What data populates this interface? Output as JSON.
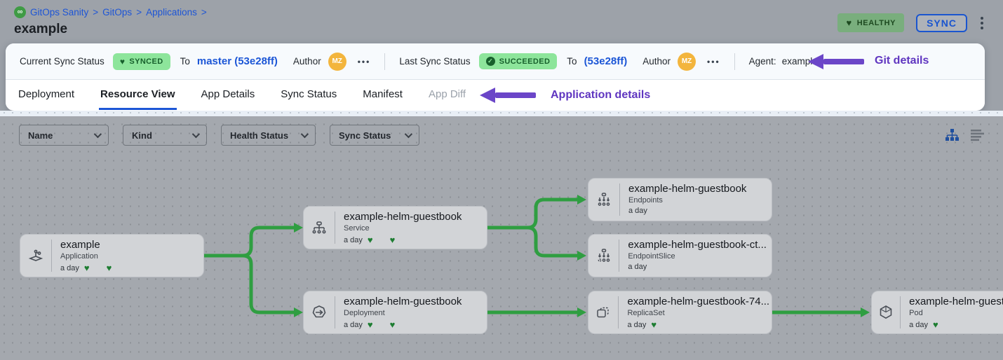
{
  "breadcrumb": {
    "items": [
      "GitOps Sanity",
      "GitOps",
      "Applications"
    ],
    "separator": ">"
  },
  "page": {
    "title": "example"
  },
  "header": {
    "health_badge": "HEALTHY",
    "sync_button": "SYNC"
  },
  "status_bar": {
    "current": {
      "label": "Current Sync Status",
      "badge": "SYNCED",
      "to_label": "To",
      "revision": "master (53e28ff)",
      "author_label": "Author",
      "author_initials": "MZ",
      "more": "•••"
    },
    "last": {
      "label": "Last Sync Status",
      "badge": "SUCCEEDED",
      "to_label": "To",
      "revision": "(53e28ff)",
      "author_label": "Author",
      "author_initials": "MZ",
      "more": "•••"
    },
    "agent": {
      "label": "Agent:",
      "value": "example"
    },
    "annotation": "Git details"
  },
  "tabs": {
    "items": [
      {
        "label": "Deployment",
        "state": "normal"
      },
      {
        "label": "Resource View",
        "state": "active"
      },
      {
        "label": "App Details",
        "state": "normal"
      },
      {
        "label": "Sync Status",
        "state": "normal"
      },
      {
        "label": "Manifest",
        "state": "normal"
      },
      {
        "label": "App Diff",
        "state": "disabled"
      }
    ],
    "annotation": "Application details"
  },
  "filters": {
    "dropdowns": [
      "Name",
      "Kind",
      "Health Status",
      "Sync Status"
    ]
  },
  "graph": {
    "nodes": [
      {
        "title": "example",
        "kind": "Application",
        "age": "a day",
        "hearts": 2
      },
      {
        "title": "example-helm-guestbook",
        "kind": "Service",
        "age": "a day",
        "hearts": 2
      },
      {
        "title": "example-helm-guestbook",
        "kind": "Deployment",
        "age": "a day",
        "hearts": 2
      },
      {
        "title": "example-helm-guestbook",
        "kind": "Endpoints",
        "age": "a day",
        "hearts": 0
      },
      {
        "title": "example-helm-guestbook-ct...",
        "kind": "EndpointSlice",
        "age": "a day",
        "hearts": 0
      },
      {
        "title": "example-helm-guestbook-74...",
        "kind": "ReplicaSet",
        "age": "a day",
        "hearts": 1
      },
      {
        "title": "example-helm-guest",
        "kind": "Pod",
        "age": "a day",
        "hearts": 1
      }
    ],
    "edges": [
      {
        "from": "example",
        "to": "example-helm-guestbook (Service)"
      },
      {
        "from": "example",
        "to": "example-helm-guestbook (Deployment)"
      },
      {
        "from": "example-helm-guestbook (Service)",
        "to": "example-helm-guestbook (Endpoints)"
      },
      {
        "from": "example-helm-guestbook (Service)",
        "to": "example-helm-guestbook-ct... (EndpointSlice)"
      },
      {
        "from": "example-helm-guestbook (Deployment)",
        "to": "example-helm-guestbook-74... (ReplicaSet)"
      },
      {
        "from": "example-helm-guestbook-74... (ReplicaSet)",
        "to": "example-helm-guest (Pod)"
      }
    ]
  },
  "icons": {
    "breadcrumb_logo": "infinity-logo-icon",
    "health": "heart-icon",
    "menu": "kebab-menu-icon",
    "view_left": "tree-view-icon",
    "view_right": "list-view-icon",
    "node_icons": [
      "application-icon",
      "service-icon",
      "deployment-icon",
      "endpoints-icon",
      "endpointslice-icon",
      "replicaset-icon",
      "pod-icon"
    ]
  },
  "colors": {
    "link_blue": "#1c56d6",
    "annotation_purple": "#6b46c8",
    "edge_green": "#2f9e41",
    "badge_green": "#8de59b",
    "health_green": "#79ae7d",
    "avatar_orange": "#f3b53d",
    "canvas_gray": "#a4a8ae",
    "node_gray": "#d2d4d7"
  }
}
